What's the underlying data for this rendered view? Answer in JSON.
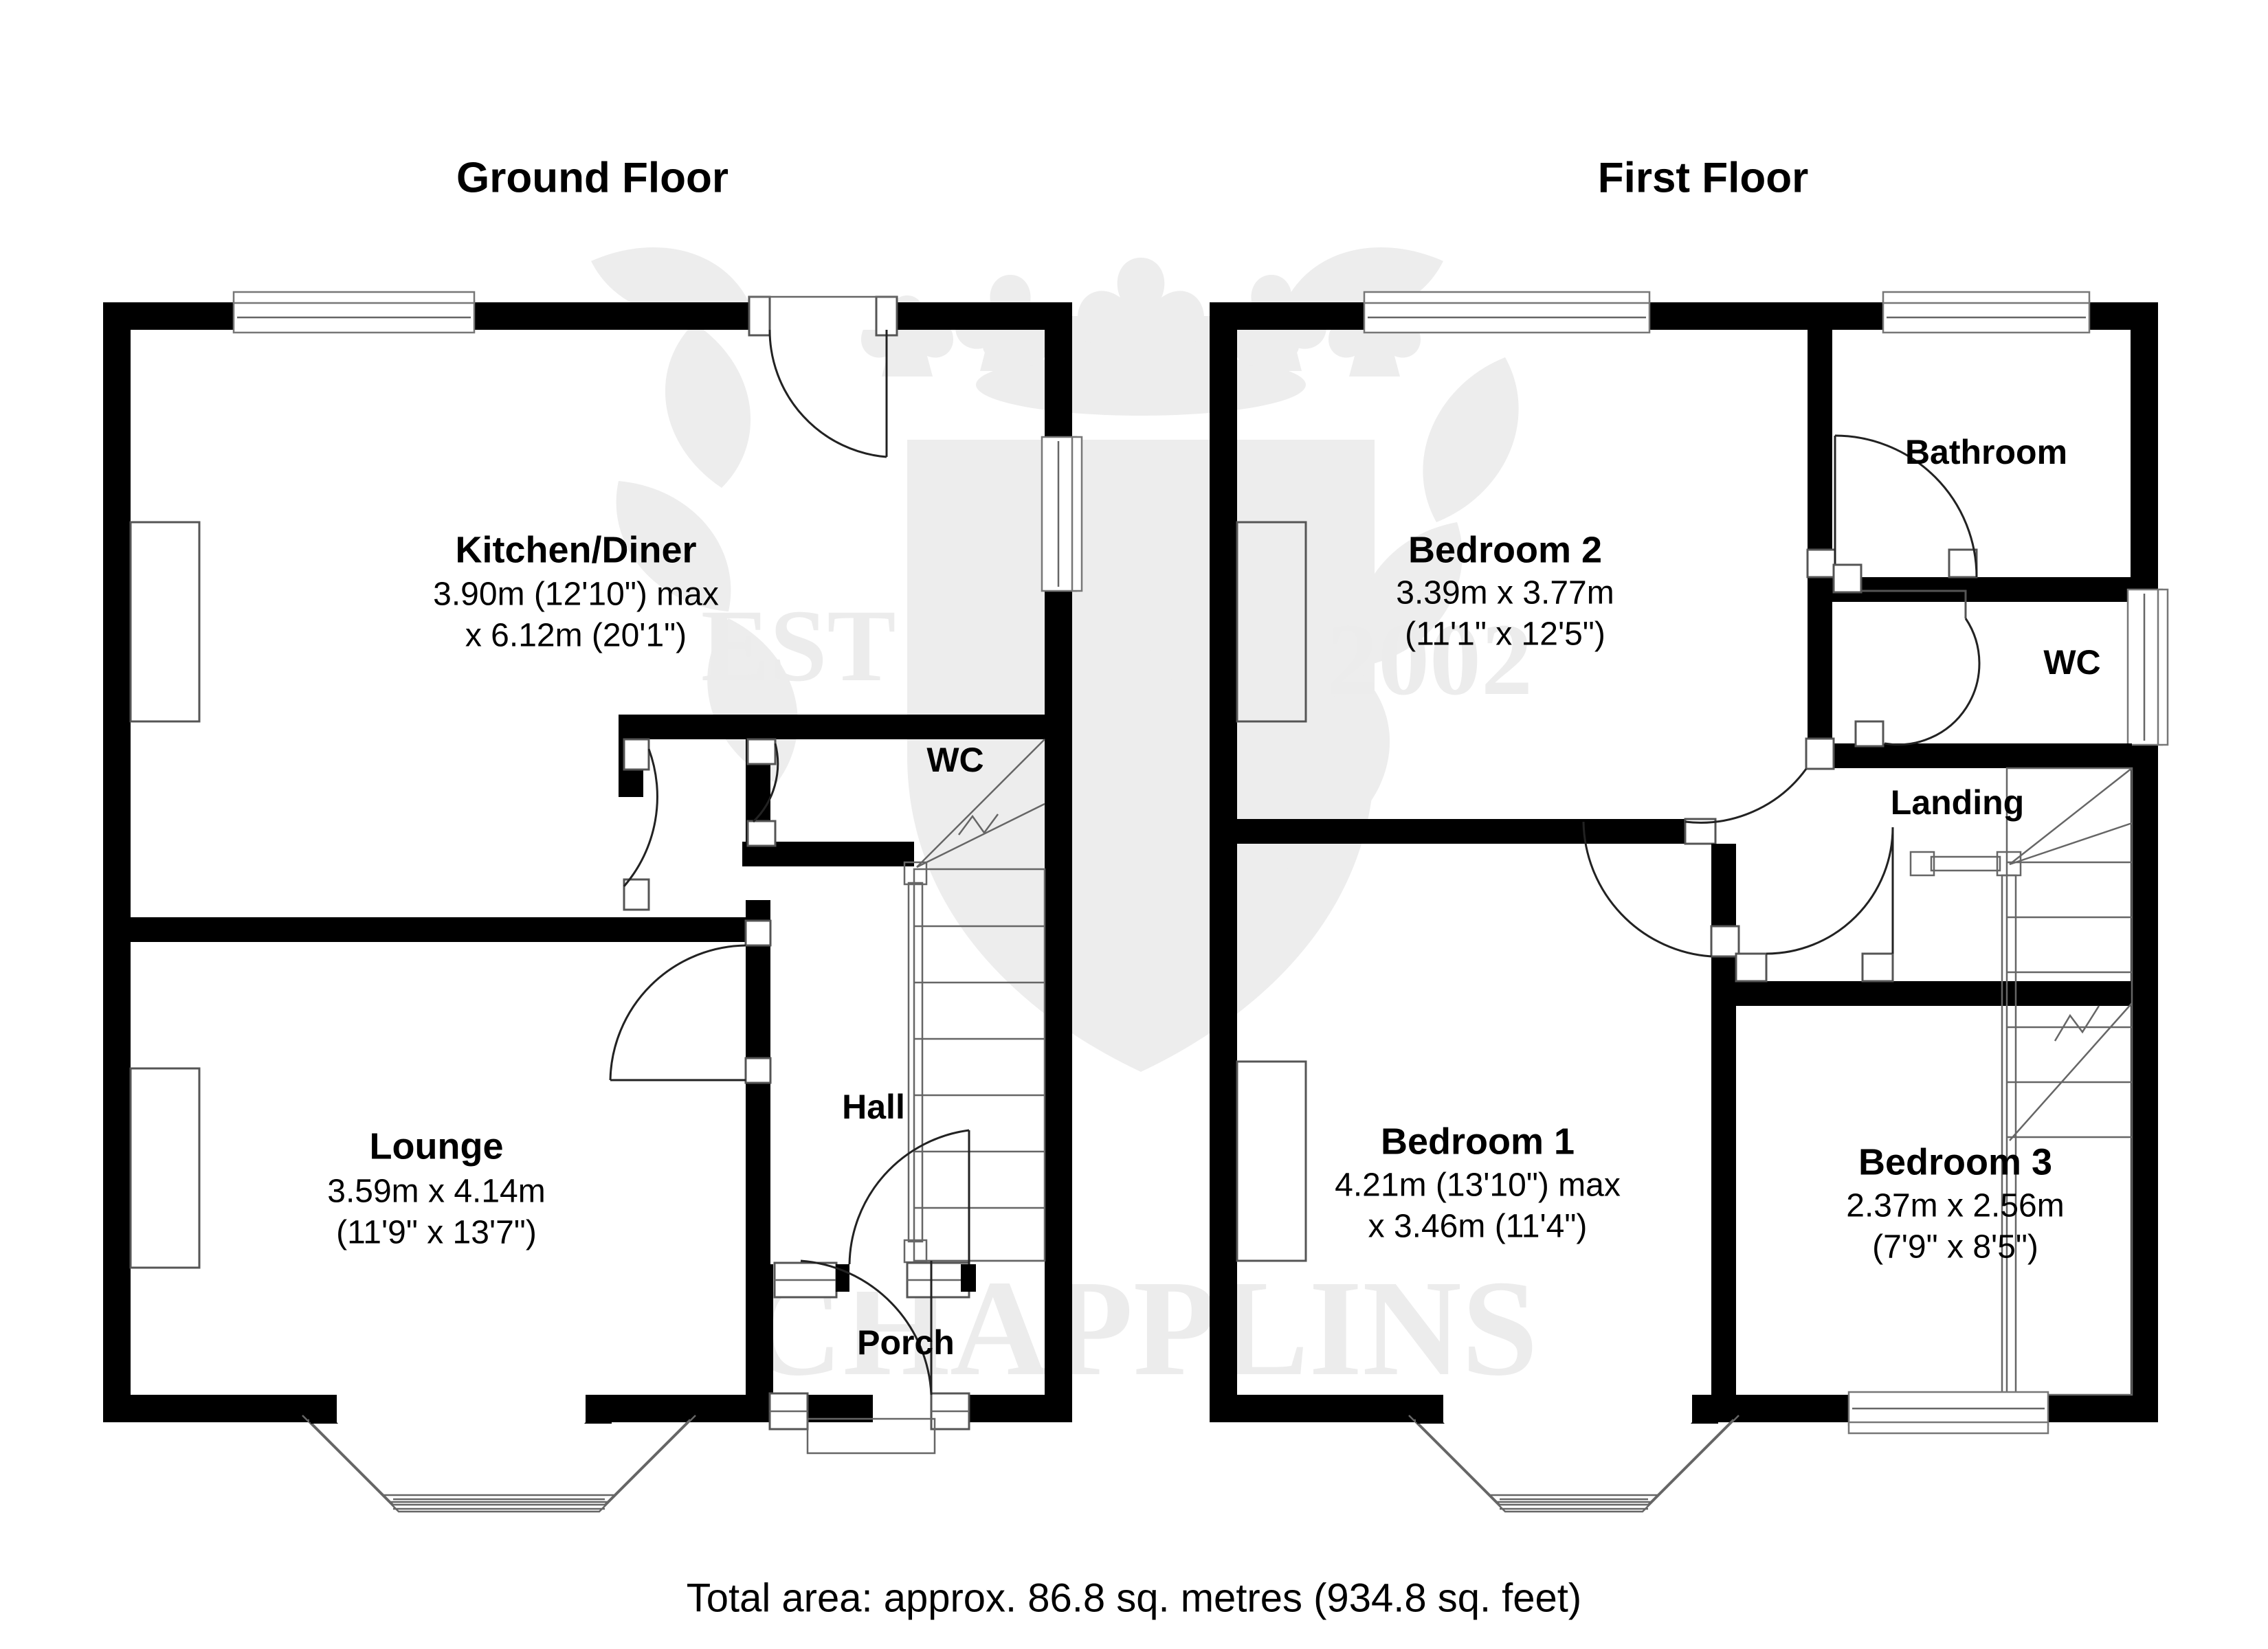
{
  "document": {
    "type": "floor-plan",
    "total_area_text": "Total area: approx. 86.8 sq. metres (934.8 sq. feet)"
  },
  "watermark": {
    "est_text": "EST",
    "year_text": "2002",
    "brand_text": "CHAPPLINS"
  },
  "floors": [
    {
      "id": "ground",
      "title": "Ground Floor",
      "rooms": [
        {
          "id": "kitchen-diner",
          "name": "Kitchen/Diner",
          "dim_metric": "3.90m (12'10\") max",
          "dim_imperial": "x 6.12m (20'1\")"
        },
        {
          "id": "lounge",
          "name": "Lounge",
          "dim_metric": "3.59m x 4.14m",
          "dim_imperial": "(11'9\" x 13'7\")"
        },
        {
          "id": "hall",
          "name": "Hall",
          "dim_metric": "",
          "dim_imperial": ""
        },
        {
          "id": "wc-ground",
          "name": "WC",
          "dim_metric": "",
          "dim_imperial": ""
        },
        {
          "id": "porch",
          "name": "Porch",
          "dim_metric": "",
          "dim_imperial": ""
        }
      ]
    },
    {
      "id": "first",
      "title": "First Floor",
      "rooms": [
        {
          "id": "bedroom-2",
          "name": "Bedroom 2",
          "dim_metric": "3.39m x 3.77m",
          "dim_imperial": "(11'1\" x 12'5\")"
        },
        {
          "id": "bedroom-1",
          "name": "Bedroom 1",
          "dim_metric": "4.21m (13'10\") max",
          "dim_imperial": "x 3.46m (11'4\")"
        },
        {
          "id": "bedroom-3",
          "name": "Bedroom 3",
          "dim_metric": "2.37m x 2.56m",
          "dim_imperial": "(7'9\" x 8'5\")"
        },
        {
          "id": "bathroom",
          "name": "Bathroom",
          "dim_metric": "",
          "dim_imperial": ""
        },
        {
          "id": "wc-first",
          "name": "WC",
          "dim_metric": "",
          "dim_imperial": ""
        },
        {
          "id": "landing",
          "name": "Landing",
          "dim_metric": "",
          "dim_imperial": ""
        }
      ]
    }
  ],
  "colors": {
    "wall": "#000000",
    "background": "#ffffff",
    "watermark": "#ededed",
    "line": "#555555"
  }
}
